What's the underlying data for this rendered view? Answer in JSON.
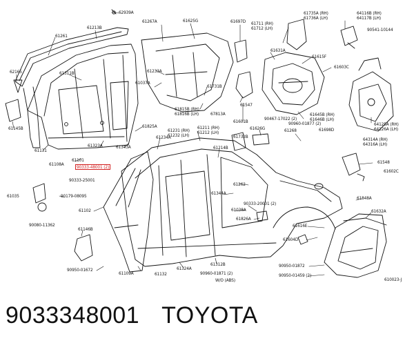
{
  "labels": {
    "l62939a": "62939A",
    "l61213b": "61213B",
    "l61261": "61261",
    "l61267a": "61267A",
    "l61625g": "61625G",
    "l61697d": "61697D",
    "l61711": "61711 (RH)",
    "l61712": "61712 (LH)",
    "l61735a": "61735A (RH)",
    "l61736a": "61736A (LH)",
    "l64116b": "64116B (RH)",
    "l64117b": "64117B (LH)",
    "l90541": "90541-10144",
    "l62165": "62165",
    "l61311b": "61311B",
    "l61233a": "61233A",
    "l61631a": "61631A",
    "l61615f": "61615F",
    "l61603c": "61603C",
    "l61037a": "61037A",
    "l61731b": "61731B",
    "l61145b": "61145B",
    "l61815b": "61815B (RH)",
    "l61816b": "61816B (LH)",
    "l67813a": "67813A",
    "l61547": "61547",
    "l61601b": "61601B",
    "l90467": "90467-17022 (2)",
    "l90960a": "90960-01877 (2)",
    "l61645b": "61645B (RH)",
    "l61646b": "61646B (LH)",
    "l61698d": "61698D",
    "l64125a": "64125A (RH)",
    "l64126a": "64126A (LH)",
    "l64314a": "64314A (RH)",
    "l64316a": "64316A (LH)",
    "l61825a": "61825A",
    "l61231": "61231 (RH)",
    "l61232": "61232 (LH)",
    "l61211": "61211 (RH)",
    "l61212": "61212 (LH)",
    "l61626g": "61626G",
    "l61268": "61268",
    "l61732b": "61732B",
    "l61131": "61131",
    "l61323a": "61323A",
    "l61343a": "61343A",
    "l61234a": "61234A",
    "l61214b": "61214B",
    "l61101": "61101",
    "l61108a": "61108A",
    "hl_part": "90333-48001 (2)",
    "l90333a": "90333-25001",
    "l61548": "61548",
    "l61602c": "61602C",
    "l61262": "61262",
    "l61035": "61035",
    "l90179": "90179-08095",
    "l61344a": "61344A",
    "l61848a": "61848A",
    "l90333b": "90333-20001 (2)",
    "l61102": "61102",
    "l61038a": "61038A",
    "l61632a": "61632A",
    "l61826a": "61826A",
    "l90080": "90080-11362",
    "l61146b": "61146B",
    "l61616e": "61616E",
    "l61604d": "61604D",
    "l90950a": "90950-01672",
    "l61109a": "61109A",
    "l61132": "61132",
    "l61324a": "61324A",
    "l61312b": "61312B",
    "l90950b": "90950-01872",
    "l90960b": "90960-01871 (2)",
    "l90950c": "90950-01459 (2)",
    "l_wo_abs": "W/O (ABS)",
    "l610023": "610023-J"
  },
  "caption": {
    "part_number": "9033348001",
    "brand": "TOYOTA"
  },
  "colors": {
    "ink": "#111111",
    "highlight": "#d21f1f",
    "background": "#ffffff"
  }
}
